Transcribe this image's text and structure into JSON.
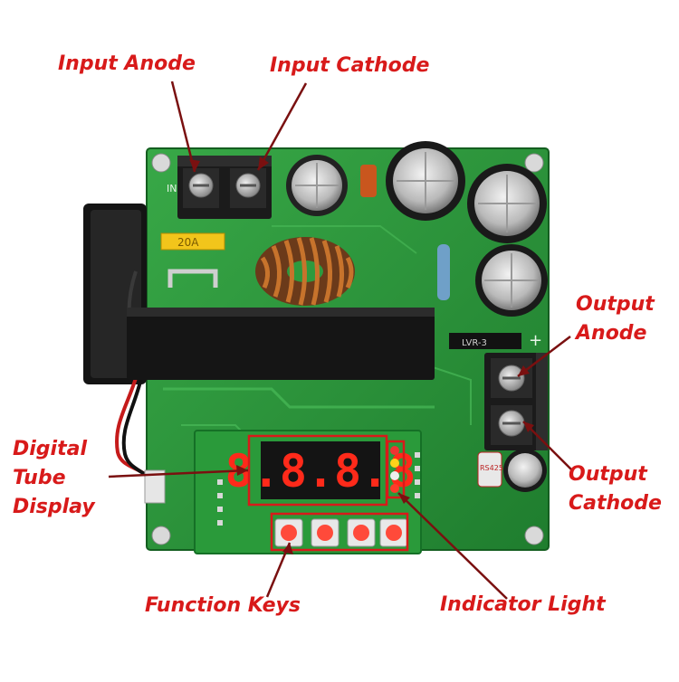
{
  "labels": {
    "input_anode": "Input Anode",
    "input_cathode": "Input Cathode",
    "output_anode_line1": "Output",
    "output_anode_line2": "Anode",
    "output_cathode_line1": "Output",
    "output_cathode_line2": "Cathode",
    "digital_tube_line1": "Digital",
    "digital_tube_line2": "Tube",
    "digital_tube_line3": "Display",
    "function_keys": "Function Keys",
    "indicator_light": "Indicator Light"
  },
  "board": {
    "display_digits": "8.8.8.8",
    "input_silk": "IN",
    "fuse_silk": "20A",
    "inductor_silk": "LVR-3",
    "cap_silk": "RS425",
    "plus_mark": "+"
  },
  "colors": {
    "label": "#d81a1a",
    "pcb": "#2e9a3e",
    "pcb_dark": "#1f7a2c",
    "display_red": "#ff2a1a",
    "button_red": "#ff4a3a"
  }
}
